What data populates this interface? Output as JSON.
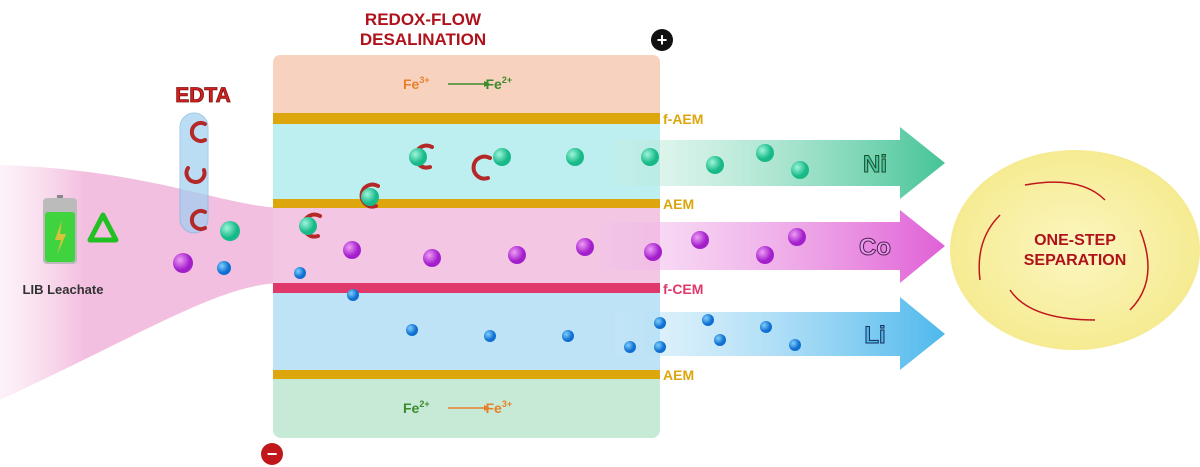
{
  "title": {
    "line1": "REDOX-FLOW",
    "line2": "DESALINATION"
  },
  "electrodes": {
    "positive": "+",
    "negative": "−"
  },
  "top_reaction": {
    "from": "Fe",
    "from_sup": "3+",
    "to": "Fe",
    "to_sup": "2+"
  },
  "bottom_reaction": {
    "from": "Fe",
    "from_sup": "2+",
    "to": "Fe",
    "to_sup": "3+"
  },
  "membranes": [
    "f-AEM",
    "AEM",
    "f-CEM",
    "AEM"
  ],
  "inputs": {
    "chelator": "EDTA",
    "source": "LIB Leachate"
  },
  "outputs": [
    "Ni",
    "Co",
    "Li"
  ],
  "result": {
    "line1": "ONE-STEP",
    "line2": "SEPARATION"
  },
  "colors": {
    "title": "#b0121b",
    "fe3": "#e8802a",
    "fe2": "#3d8a2a",
    "membrane_gold": "#dca60c",
    "membrane_cem": "#e0386a",
    "ni": "#2fd3a5",
    "co": "#c23fe0",
    "li": "#1b8fe6"
  }
}
